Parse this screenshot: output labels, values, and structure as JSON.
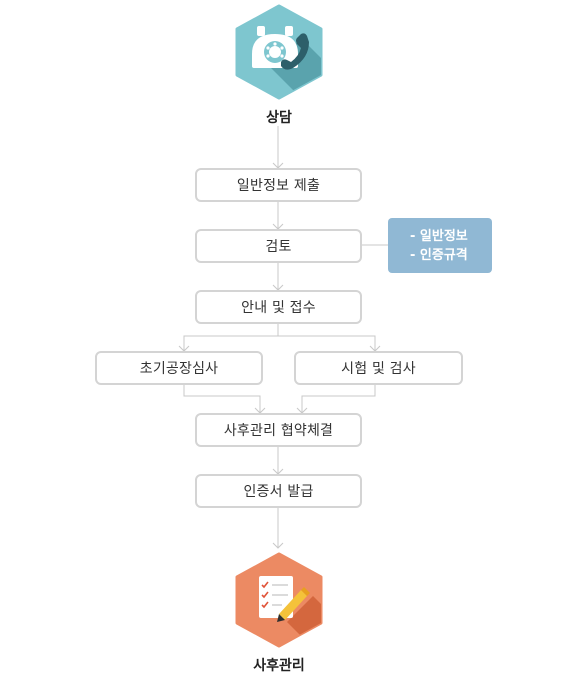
{
  "top_step": {
    "label": "상담",
    "icon": "phone-icon",
    "color": "#7ec6cf"
  },
  "bottom_step": {
    "label": "사후관리",
    "icon": "document-pen-icon",
    "color": "#ec8a63"
  },
  "steps": {
    "submit": "일반정보 제출",
    "review": "검토",
    "guide": "안내 및 접수",
    "factory": "초기공장심사",
    "test": "시험 및 검사",
    "contract": "사후관리 협약체결",
    "issue": "인증서 발급"
  },
  "review_note": {
    "items": [
      "- 일반정보",
      "- 인증규격"
    ],
    "color": "#90b8d4"
  }
}
